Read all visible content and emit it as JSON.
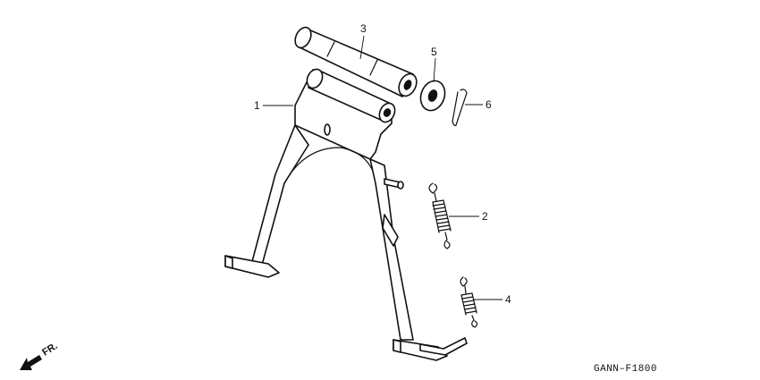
{
  "diagram": {
    "callouts": [
      {
        "id": "callout-1",
        "label": "1"
      },
      {
        "id": "callout-2",
        "label": "2"
      },
      {
        "id": "callout-3",
        "label": "3"
      },
      {
        "id": "callout-4",
        "label": "4"
      },
      {
        "id": "callout-5",
        "label": "5"
      },
      {
        "id": "callout-6",
        "label": "6"
      }
    ],
    "direction_label": "FR.",
    "diagram_code": "GANN–F1800"
  }
}
